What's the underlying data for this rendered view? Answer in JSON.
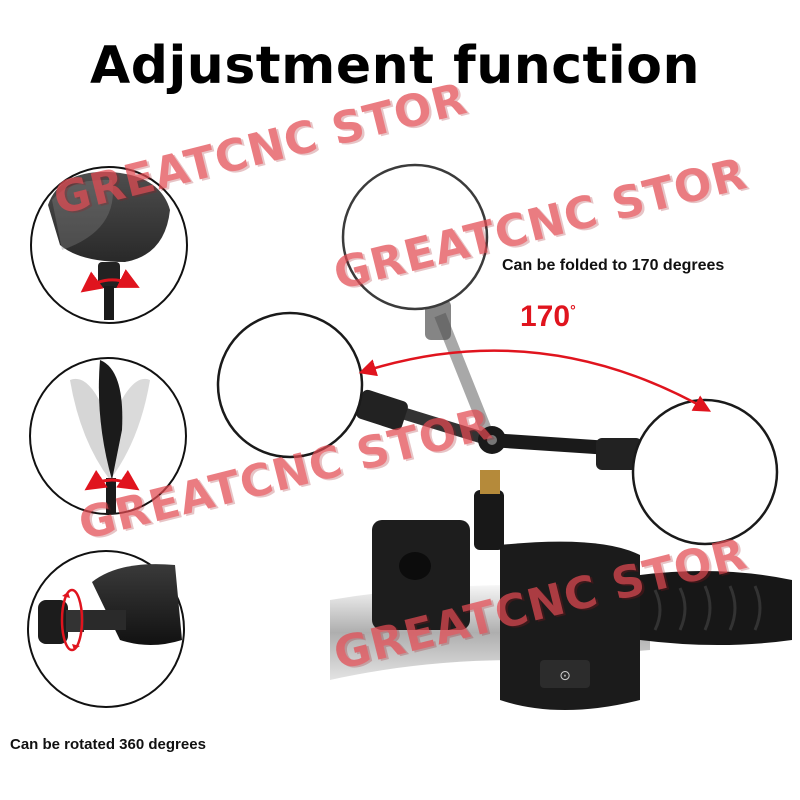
{
  "title": "Adjustment function",
  "fold_caption": "Can be folded to 170 degrees",
  "rotate_caption": "Can be rotated 360 degrees",
  "angle_label": "170",
  "angle_unit": "°",
  "watermark": "GREATCNC STOR",
  "colors": {
    "accent": "#e0141e",
    "watermark": "#e34a52",
    "mirror": "#1a1a1a"
  }
}
